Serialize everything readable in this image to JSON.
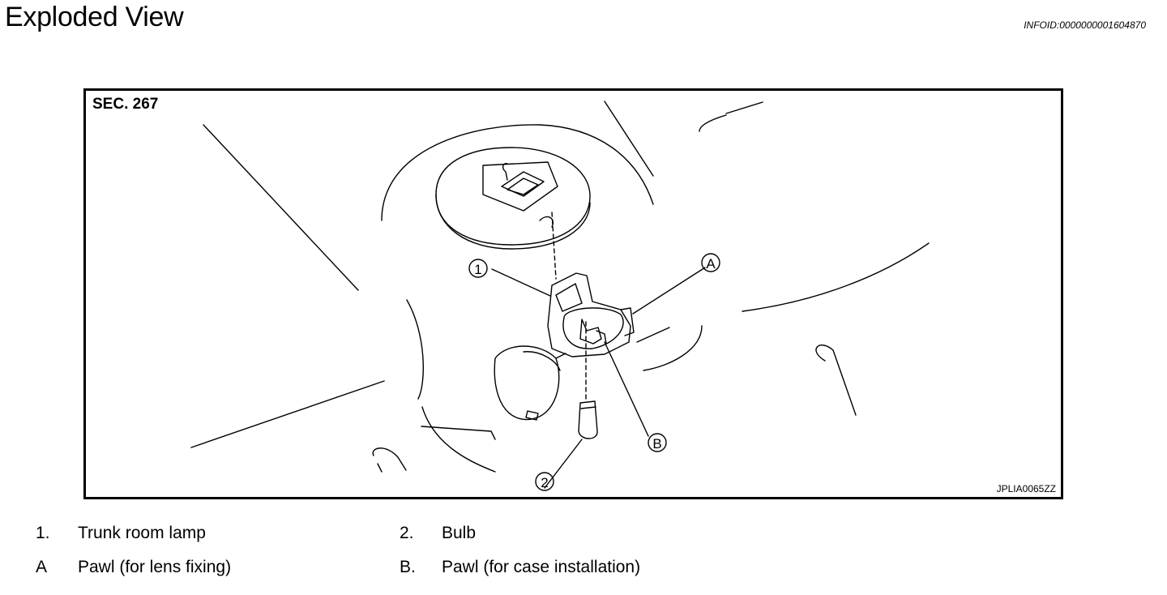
{
  "header": {
    "title": "Exploded View",
    "info_id": "INFOID:0000000001604870"
  },
  "figure": {
    "section": "SEC. 267",
    "figure_id": "JPLIA0065ZZ",
    "callouts": [
      "1",
      "2",
      "A",
      "B"
    ]
  },
  "legend": {
    "items": [
      {
        "key": "1.",
        "text": "Trunk room lamp"
      },
      {
        "key": "2.",
        "text": "Bulb"
      },
      {
        "key": "A",
        "text": "Pawl (for lens fixing)"
      },
      {
        "key": "B.",
        "text": "Pawl (for case installation)"
      }
    ]
  }
}
